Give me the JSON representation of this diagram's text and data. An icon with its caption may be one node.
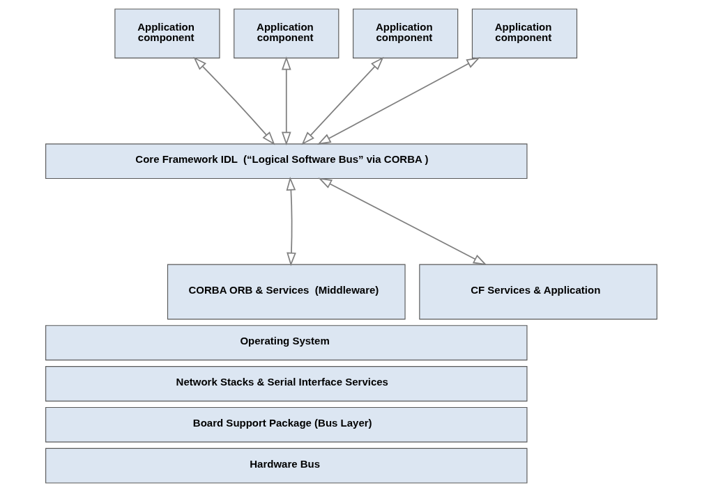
{
  "diagram": {
    "nodes": [
      {
        "text": [
          "Application component"
        ]
      },
      {
        "text": [
          "Application component"
        ]
      },
      {
        "text": [
          "Application component"
        ]
      },
      {
        "text": [
          "Application component"
        ]
      },
      {
        "text": [
          "Core Framework IDL  (“Logical Software Bus” via CORBA )"
        ]
      },
      {
        "text": [
          "CORBA ORB & Services  (Middleware)"
        ]
      },
      {
        "text": [
          "CF Services & Application"
        ]
      },
      {
        "text": [
          "Operating System"
        ]
      },
      {
        "text": [
          "Network Stacks & Serial Interface Services"
        ]
      },
      {
        "text": [
          "Board Support Package (Bus Layer)"
        ]
      },
      {
        "text": [
          "Hardware Bus"
        ]
      }
    ],
    "edges": [
      {
        "from": 0,
        "to": 4,
        "arrow": "both"
      },
      {
        "from": 1,
        "to": 4,
        "arrow": "both"
      },
      {
        "from": 2,
        "to": 4,
        "arrow": "both"
      },
      {
        "from": 3,
        "to": 4,
        "arrow": "both"
      },
      {
        "from": 4,
        "to": 5,
        "arrow": "both"
      },
      {
        "from": 4,
        "to": 6,
        "arrow": "both"
      }
    ]
  }
}
